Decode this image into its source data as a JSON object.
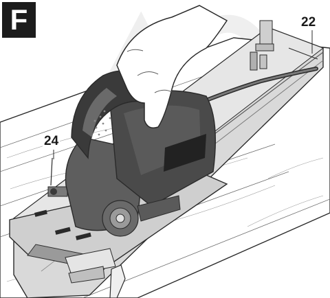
{
  "figure": {
    "letter": "F",
    "callouts": [
      {
        "label": "22",
        "target": "guide-rail"
      },
      {
        "label": "24",
        "target": "adjustment-lever"
      }
    ]
  },
  "colors": {
    "tool_body": "#5e5e5e",
    "tool_dark": "#3a3a3a",
    "rail": "#d9d9d9",
    "line": "#2a2a2a"
  }
}
